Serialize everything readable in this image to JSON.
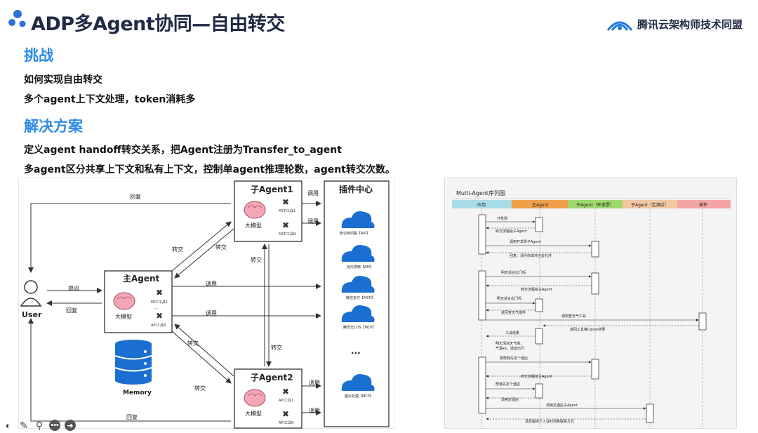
{
  "title": "ADP多Agent协同—自由转交",
  "brand": "腾讯云架构师技术同盟",
  "challenge": {
    "heading": "挑战",
    "items": [
      "如何实现自由转交",
      "多个agent上下文处理，token消耗多"
    ]
  },
  "solution": {
    "heading": "解决方案",
    "items": [
      "定义agent handoff转交关系，把Agent注册为Transfer_to_agent",
      "多agent区分共享上下文和私有上下文，控制单agent推理轮数，agent转交次数。"
    ]
  },
  "diagram": {
    "user": "User",
    "memory": "Memory",
    "main_agent": {
      "title": "主Agent",
      "model": "大模型",
      "tool1": "MCP工具1",
      "tool2": "API工具N"
    },
    "sub_agent1": {
      "title": "子Agent1",
      "model": "大模型",
      "tool1": "MCP工具1",
      "tool2": "MCP工具N"
    },
    "sub_agent2": {
      "title": "子Agent2",
      "model": "大模型",
      "tool1": "API工具1",
      "tool2": "API工具N"
    },
    "plugin_center": {
      "title": "插件中心",
      "plugins": [
        "知识库问答【API】",
        "混元搜索【API】",
        "微信支付【MCP】",
        "腾讯云COS【MCP】",
        "图片处理【MCP】"
      ],
      "ellipsis": "..."
    },
    "labels": {
      "reply": "回复",
      "ask": "提问",
      "call": "调用",
      "transfer": "转交",
      "ellipsis": "..."
    }
  },
  "sequence": {
    "title": "Multi-Agent序列图",
    "columns": [
      {
        "label": "应用",
        "color": "#a8dde6"
      },
      {
        "label": "主Agent",
        "color": "#f0a04b"
      },
      {
        "label": "子Agent（开发票）",
        "color": "#9ed96b"
      },
      {
        "label": "子Agent（定酒店）",
        "color": "#f2c7a3"
      },
      {
        "label": "插件",
        "color": "#f4a5a5"
      }
    ],
    "messages": [
      "开发票",
      "转交流程给子Agent",
      "调用开发票子Agent",
      "回复：请问你由开还是代开",
      "明天适合出门吗",
      "转交流程给主Agent",
      "明天适合出门吗",
      "返回查天气插件",
      "调用查天气工具",
      "返回工具接口json结果",
      "工具结果",
      "明天深圳天气晴，",
      "气温xx，适宜出行",
      "那帮我先定个酒店",
      "转交流程给主Agent",
      "帮我先定个酒店",
      "调用定酒店",
      "调用定酒店子Agent",
      "请您提供下入住时间和联系方式"
    ]
  },
  "toolbar": [
    "pointer-icon",
    "pen-icon",
    "zoom-icon",
    "more-icon",
    "next-icon"
  ]
}
